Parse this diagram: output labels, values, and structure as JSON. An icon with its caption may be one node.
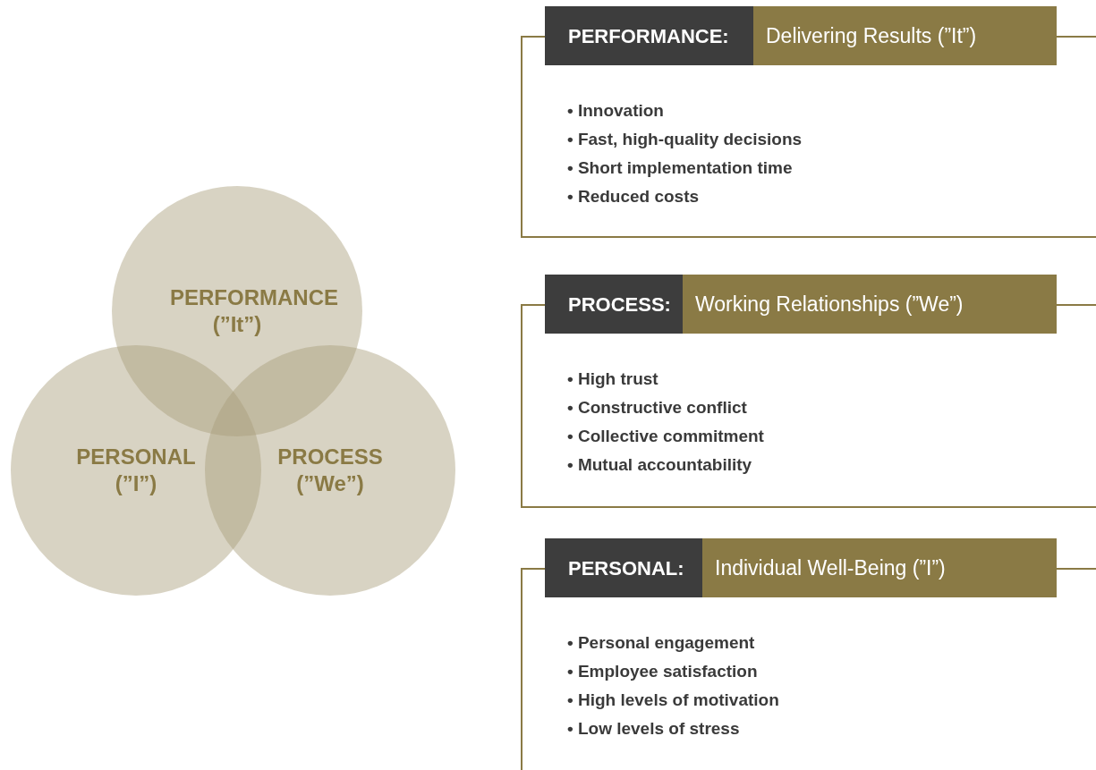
{
  "diagram": {
    "nodes": [
      {
        "text": [
          "PERFORMANCE (”It”)"
        ]
      },
      {
        "text": [
          "PERSONAL (”I”)"
        ]
      },
      {
        "text": [
          "PROCESS (”We”)"
        ]
      },
      {
        "text": [
          "PERFORMANCE:",
          "Delivering Results (”It”)",
          "• Innovation",
          "• Fast, high-quality decisions",
          "• Short implementation time",
          "• Reduced costs"
        ]
      },
      {
        "text": [
          "PROCESS:",
          "Working Relationships (”We”)",
          "• High trust",
          "• Constructive conflict",
          "• Collective commitment",
          "• Mutual accountability"
        ]
      },
      {
        "text": [
          "PERSONAL:",
          "Individual Well-Being (”I”)",
          "• Personal engagement",
          "• Employee satisfaction",
          "• High levels of motivation",
          "• Low levels of stress"
        ]
      }
    ],
    "edges": []
  }
}
